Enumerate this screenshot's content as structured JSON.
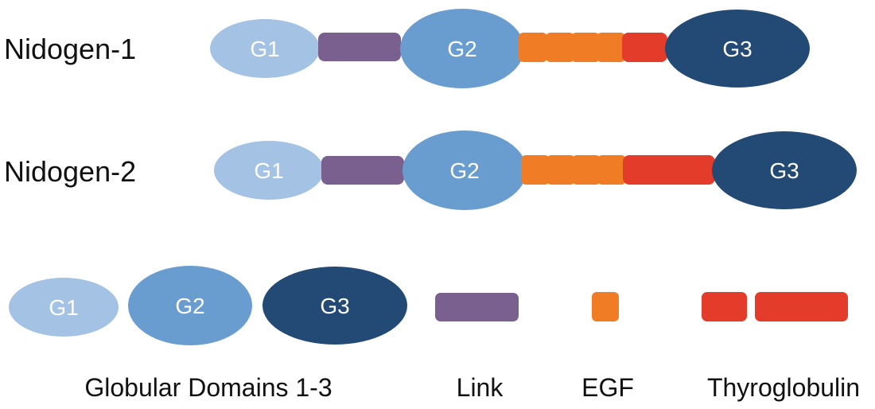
{
  "colors": {
    "g1": "#a4c2e4",
    "g2": "#6a9dcf",
    "g3": "#234a74",
    "link": "#79608f",
    "egf": "#f07d25",
    "thyroglobulin": "#e33c2b",
    "domain_text": "#ffffff",
    "label_text": "#111111"
  },
  "rows": [
    {
      "label": "Nidogen-1",
      "domains": {
        "g1": "G1",
        "g2": "G2",
        "g3": "G3"
      }
    },
    {
      "label": "Nidogen-2",
      "domains": {
        "g1": "G1",
        "g2": "G2",
        "g3": "G3"
      }
    }
  ],
  "legend": {
    "domains": {
      "g1": "G1",
      "g2": "G2",
      "g3": "G3"
    },
    "globular_label": "Globular Domains 1-3",
    "link_label": "Link",
    "egf_label": "EGF",
    "thyroglobulin_label": "Thyroglobulin"
  }
}
